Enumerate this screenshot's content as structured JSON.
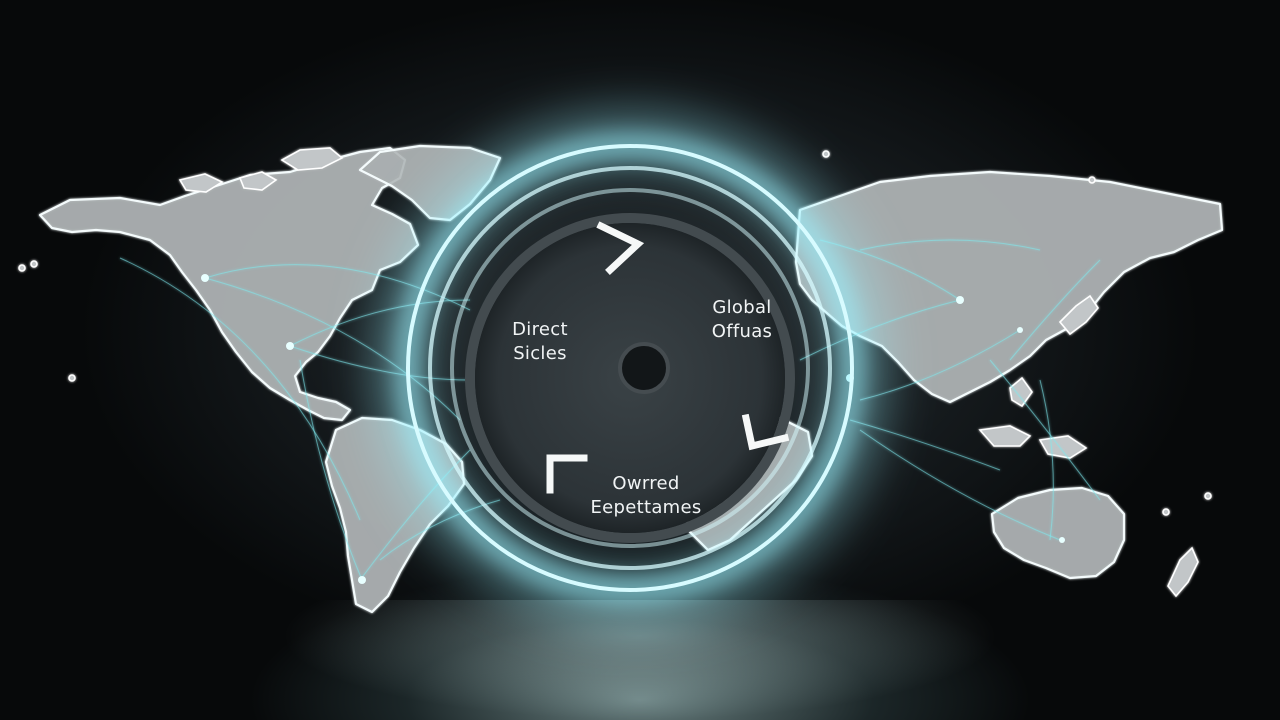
{
  "diagram": {
    "segments": [
      {
        "line1": "Direct",
        "line2": "Sicles"
      },
      {
        "line1": "Global",
        "line2": "Offuas"
      },
      {
        "line1": "Owrred",
        "line2": "Eepettames"
      }
    ]
  },
  "colors": {
    "background": "#050708",
    "land": "#a9aeb0",
    "coastline": "#f4fbfc",
    "glow": "#9af3ff",
    "routes": "#7fe9ee",
    "disc": "#30383c",
    "text": "#f1f4f5"
  }
}
